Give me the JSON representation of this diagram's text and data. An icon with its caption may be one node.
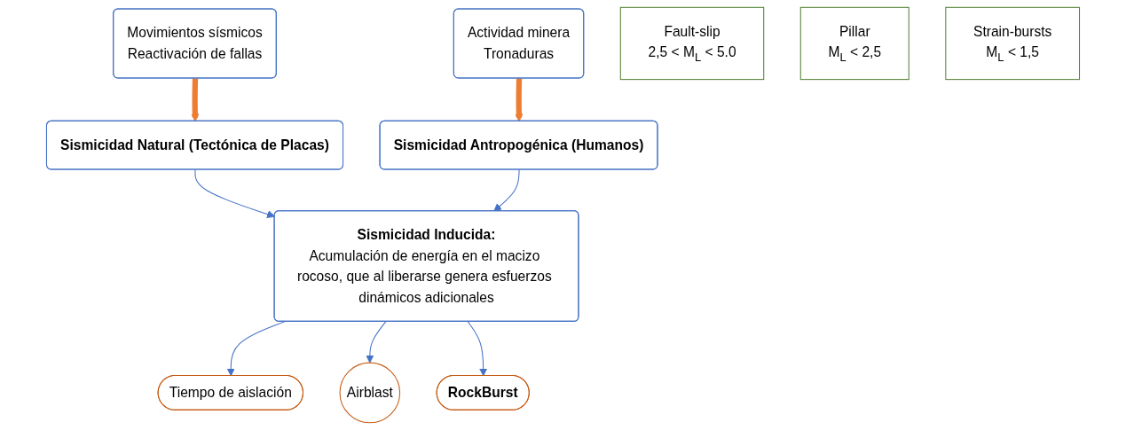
{
  "diagram": {
    "nodes": [
      {
        "text": [
          "Movimientos sísmicos",
          "Reactivación de fallas"
        ]
      },
      {
        "text": [
          "Actividad minera",
          "Tronaduras"
        ]
      },
      {
        "text": [
          "Sismicidad Natural (Tectónica de Placas)"
        ]
      },
      {
        "text": [
          "Sismicidad Antropogénica (Humanos)"
        ]
      },
      {
        "text": [
          "Sismicidad Inducida:",
          "Acumulación de energía en el macizo rocoso, que al liberarse genera esfuerzos dinámicos adicionales"
        ]
      },
      {
        "text": [
          "Tiempo de aislación"
        ]
      },
      {
        "text": [
          "Airblast"
        ]
      },
      {
        "text": [
          "RockBurst"
        ]
      },
      {
        "text": [
          "Fault-slip",
          "2,5 < M$_{L}$ < 5.0"
        ]
      },
      {
        "text": [
          "Pillar",
          "M$_{L}$ < 2,5"
        ]
      },
      {
        "text": [
          "Strain-bursts",
          "M$_{L}$ < 1,5"
        ]
      }
    ],
    "edges": [
      {
        "from": 0,
        "to": 2,
        "arrow": "to",
        "style": "thick",
        "color": "#ed7d31"
      },
      {
        "from": 1,
        "to": 3,
        "arrow": "to",
        "style": "thick",
        "color": "#ed7d31"
      },
      {
        "from": 2,
        "to": 4,
        "arrow": "to"
      },
      {
        "from": 3,
        "to": 4,
        "arrow": "to"
      },
      {
        "from": 4,
        "to": 5,
        "arrow": "to"
      },
      {
        "from": 4,
        "to": 6,
        "arrow": "to"
      },
      {
        "from": 4,
        "to": 7,
        "arrow": "to"
      }
    ]
  }
}
